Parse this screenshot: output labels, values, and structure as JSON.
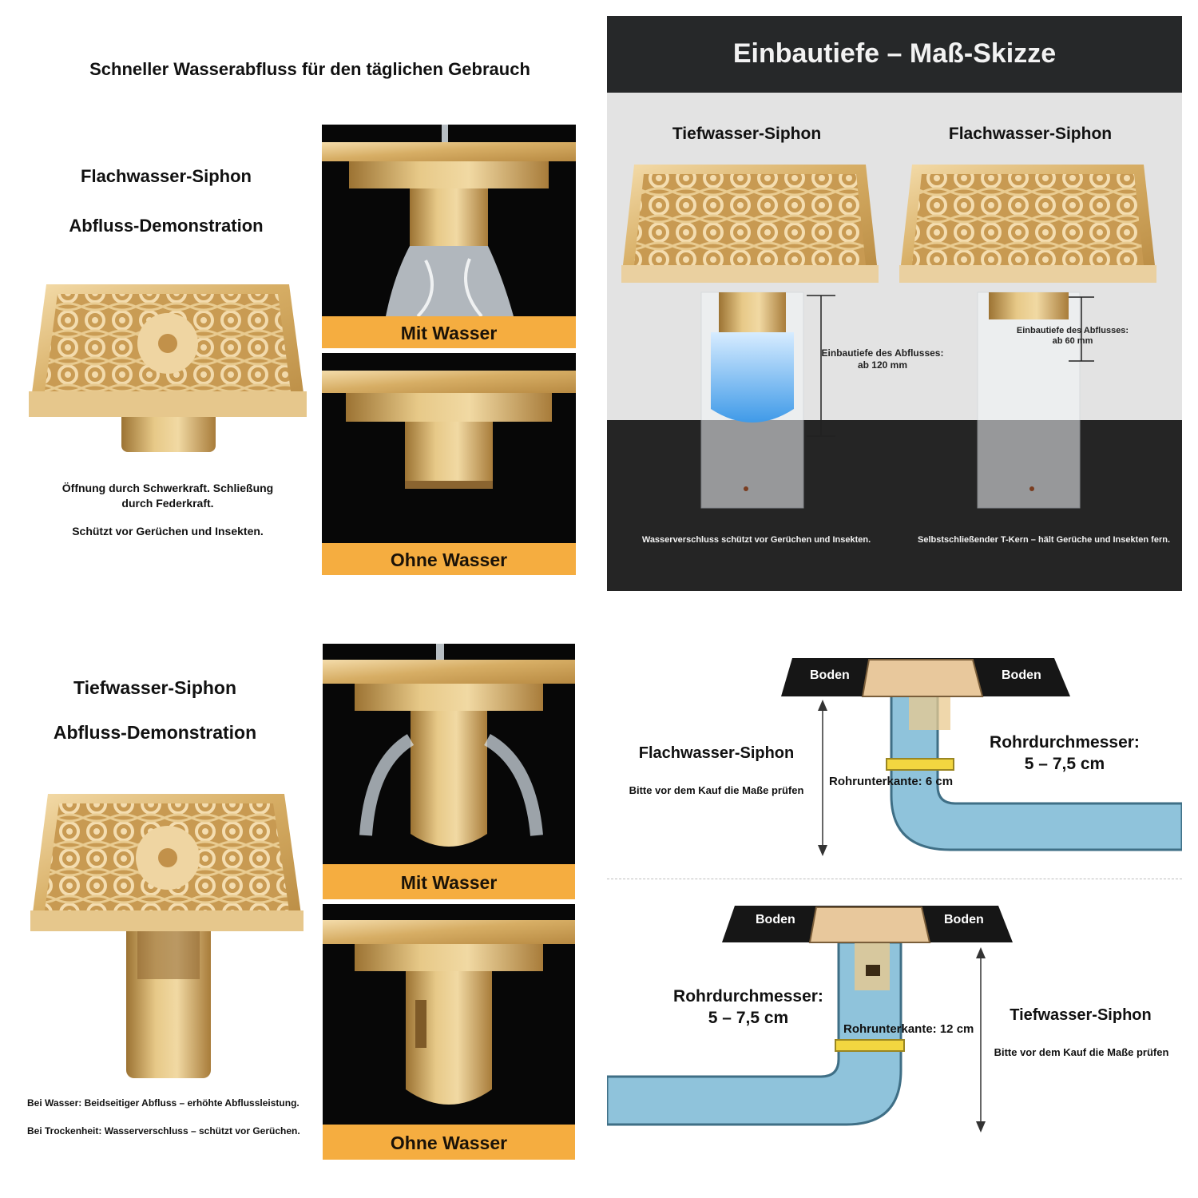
{
  "q1": {
    "headline": "Schneller Wasserabfluss für den täglichen Gebrauch",
    "title_line1": "Flachwasser-Siphon",
    "title_line2": "Abfluss-Demonstration",
    "desc_line1": "Öffnung durch Schwerkraft. Schließung",
    "desc_line2": "durch Federkraft.",
    "desc_line3": "Schützt vor Gerüchen und Insekten.",
    "label_with_water": "Mit Wasser",
    "label_without_water": "Ohne Wasser"
  },
  "q2": {
    "header": "Einbautiefe – Maß-Skizze",
    "left_title": "Tiefwasser-Siphon",
    "right_title": "Flachwasser-Siphon",
    "left_depth_line1": "Einbautiefe des Abflusses:",
    "left_depth_line2": "ab 120 mm",
    "right_depth_line1": "Einbautiefe des Abflusses:",
    "right_depth_line2": "ab 60 mm",
    "left_caption": "Wasserverschluss schützt vor Gerüchen und Insekten.",
    "right_caption": "Selbstschließender T-Kern – hält Gerüche und Insekten fern."
  },
  "q3": {
    "title_line1": "Tiefwasser-Siphon",
    "title_line2": "Abfluss-Demonstration",
    "desc_line1": "Bei Wasser: Beidseitiger Abfluss – erhöhte Abflussleistung.",
    "desc_line2": "Bei Trockenheit: Wasserverschluss – schützt vor Gerüchen.",
    "label_with_water": "Mit Wasser",
    "label_without_water": "Ohne Wasser"
  },
  "q4": {
    "top": {
      "floor_left": "Boden",
      "floor_right": "Boden",
      "title": "Flachwasser-Siphon",
      "note": "Bitte vor dem Kauf die Maße prüfen",
      "pipe_edge": "Rohrunterkante: 6 cm",
      "diameter_line1": "Rohrdurchmesser:",
      "diameter_line2": "5 – 7,5 cm"
    },
    "bottom": {
      "floor_left": "Boden",
      "floor_right": "Boden",
      "title": "Tiefwasser-Siphon",
      "note": "Bitte vor dem Kauf die Maße prüfen",
      "pipe_edge": "Rohrunterkante: 12 cm",
      "diameter_line1": "Rohrdurchmesser:",
      "diameter_line2": "5 – 7,5 cm"
    }
  },
  "colors": {
    "gold": "#d9b267",
    "orange_label": "#f5ad40",
    "pipe_blue": "#8fc3db",
    "floor_black": "#161616",
    "diagram_grey": "#e3e3e3"
  }
}
